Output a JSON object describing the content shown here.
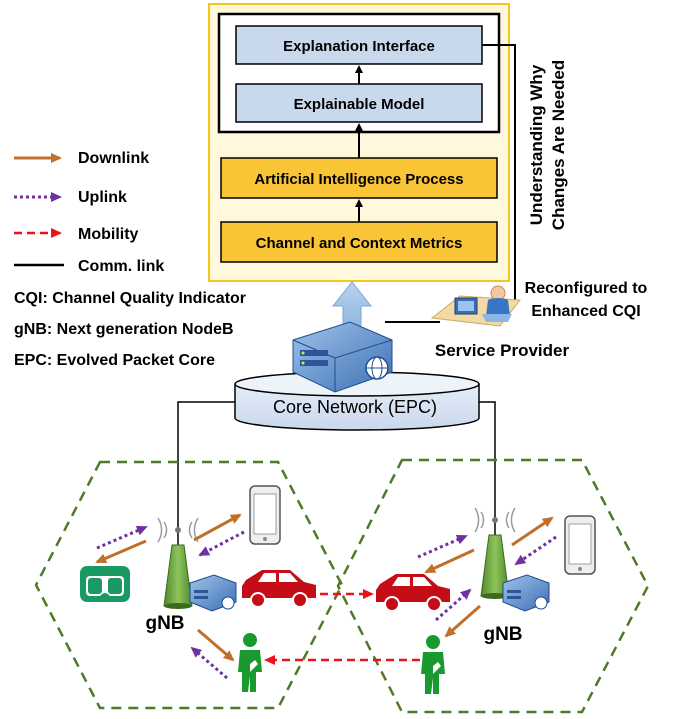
{
  "pipeline": {
    "explanation_interface": "Explanation Interface",
    "explainable_model": "Explainable Model",
    "ai_process": "Artificial Intelligence Process",
    "metrics": "Channel and Context Metrics"
  },
  "vertical_label": {
    "line1": "Understanding Why",
    "line2": "Changes Are Needed"
  },
  "legend": {
    "downlink": "Downlink",
    "uplink": "Uplink",
    "mobility": "Mobility",
    "comm_link": "Comm. link",
    "colors": {
      "downlink": "#c0702a",
      "uplink": "#7030a0",
      "mobility": "#e8141c",
      "comm_link": "#000000"
    }
  },
  "abbreviations": {
    "cqi": "CQI: Channel Quality Indicator",
    "gnb": "gNB: Next generation NodeB",
    "epc": "EPC: Evolved Packet Core"
  },
  "service_provider": {
    "reconfig_line1": "Reconfigured to",
    "reconfig_line2": "Enhanced CQI",
    "label": "Service Provider"
  },
  "core_network": "Core Network (EPC)",
  "cells": {
    "left_gnb": "gNB",
    "right_gnb": "gNB"
  },
  "icons": [
    "server-icon",
    "globe-icon",
    "operator-icon",
    "cell-tower-icon",
    "smartphone-icon",
    "vr-headset-icon",
    "car-icon",
    "person-icon"
  ]
}
